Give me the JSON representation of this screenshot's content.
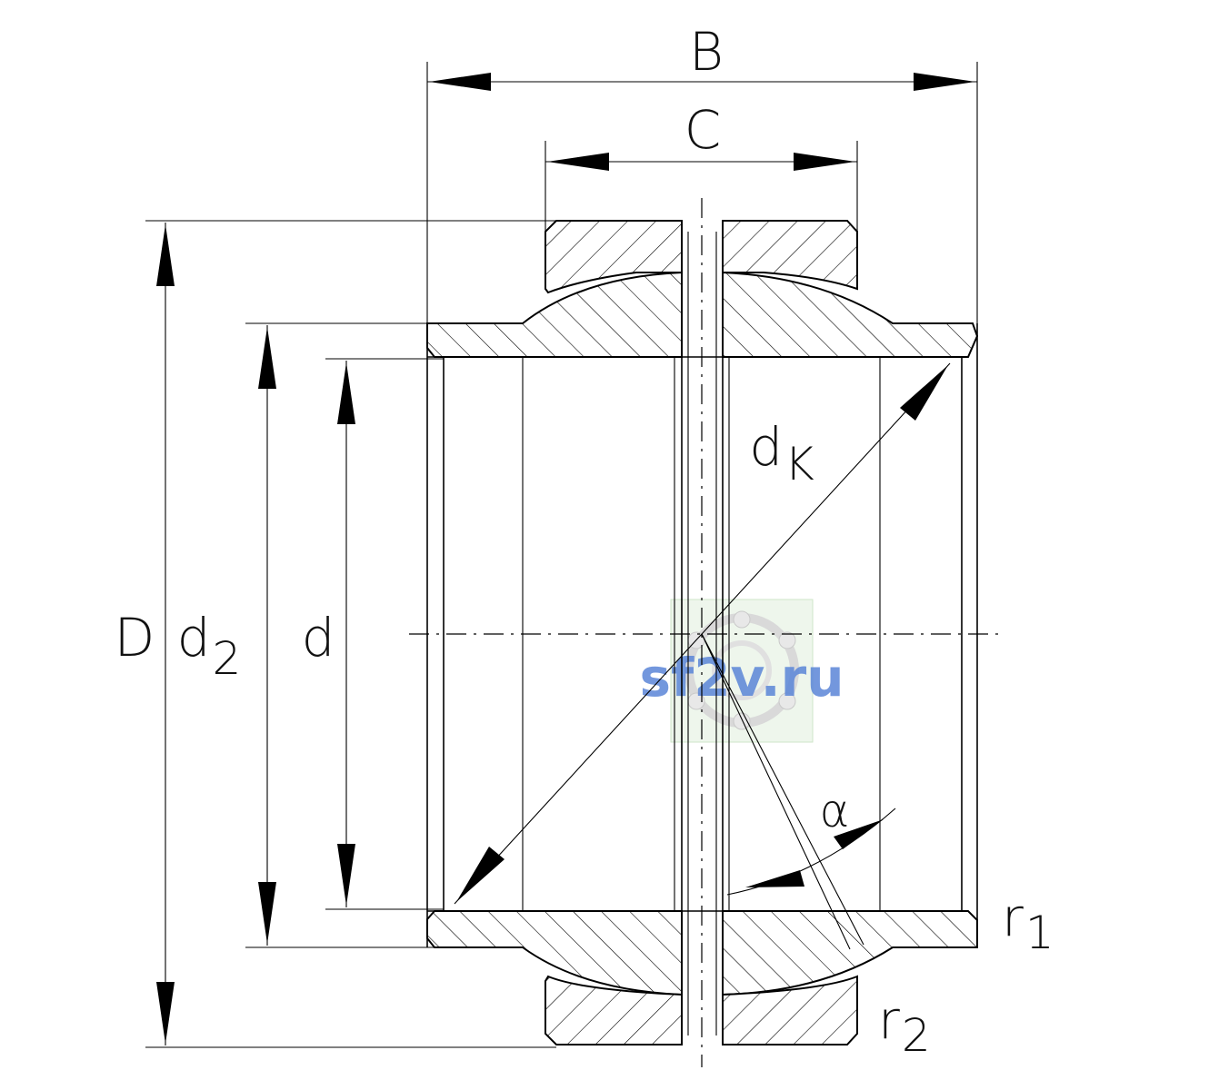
{
  "labels": {
    "B": "B",
    "C": "C",
    "D": "D",
    "d2_main": "d",
    "d2_sub": "2",
    "d": "d",
    "dk_main": "d",
    "dk_sub": "K",
    "alpha": "α",
    "r1_main": "r",
    "r1_sub": "1",
    "r2_main": "r",
    "r2_sub": "2"
  },
  "watermark": {
    "text": "sf2v.ru",
    "color": "#5b86d8"
  },
  "colors": {
    "line": "#000000",
    "background": "#ffffff"
  }
}
